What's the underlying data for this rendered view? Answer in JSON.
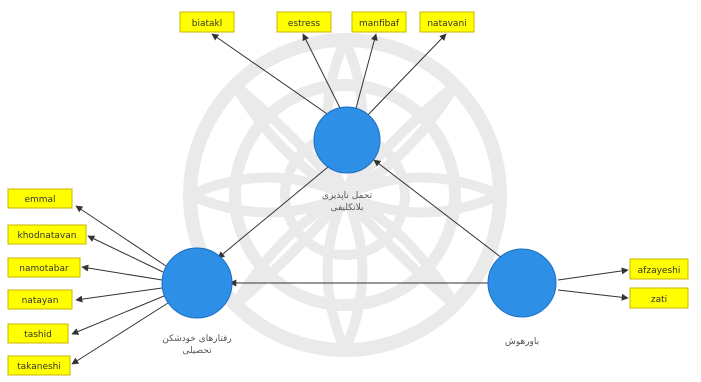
{
  "colors": {
    "node_fill": "#2e8fe6",
    "node_stroke": "#1c6fc0",
    "indicator_fill": "#ffff00",
    "indicator_stroke": "#c8b400",
    "edge": "#333333",
    "watermark": "#d9d9d9"
  },
  "nodes": {
    "intolerance": {
      "label_line1": "تحمل ناپذیری",
      "label_line2": "بلاتکلیفی"
    },
    "procrastination": {
      "label_line1": "رفتارهای خودشکن",
      "label_line2": "تحصیلی"
    },
    "beliefs": {
      "label_line1": "باورهوش"
    }
  },
  "indicators": {
    "top": [
      "biatakl",
      "estress",
      "manfibaf",
      "natavani"
    ],
    "left": [
      "emmal",
      "khodnatavan",
      "namotabar",
      "natayan",
      "tashid",
      "takaneshi"
    ],
    "right": [
      "afzayeshi",
      "zati"
    ]
  }
}
